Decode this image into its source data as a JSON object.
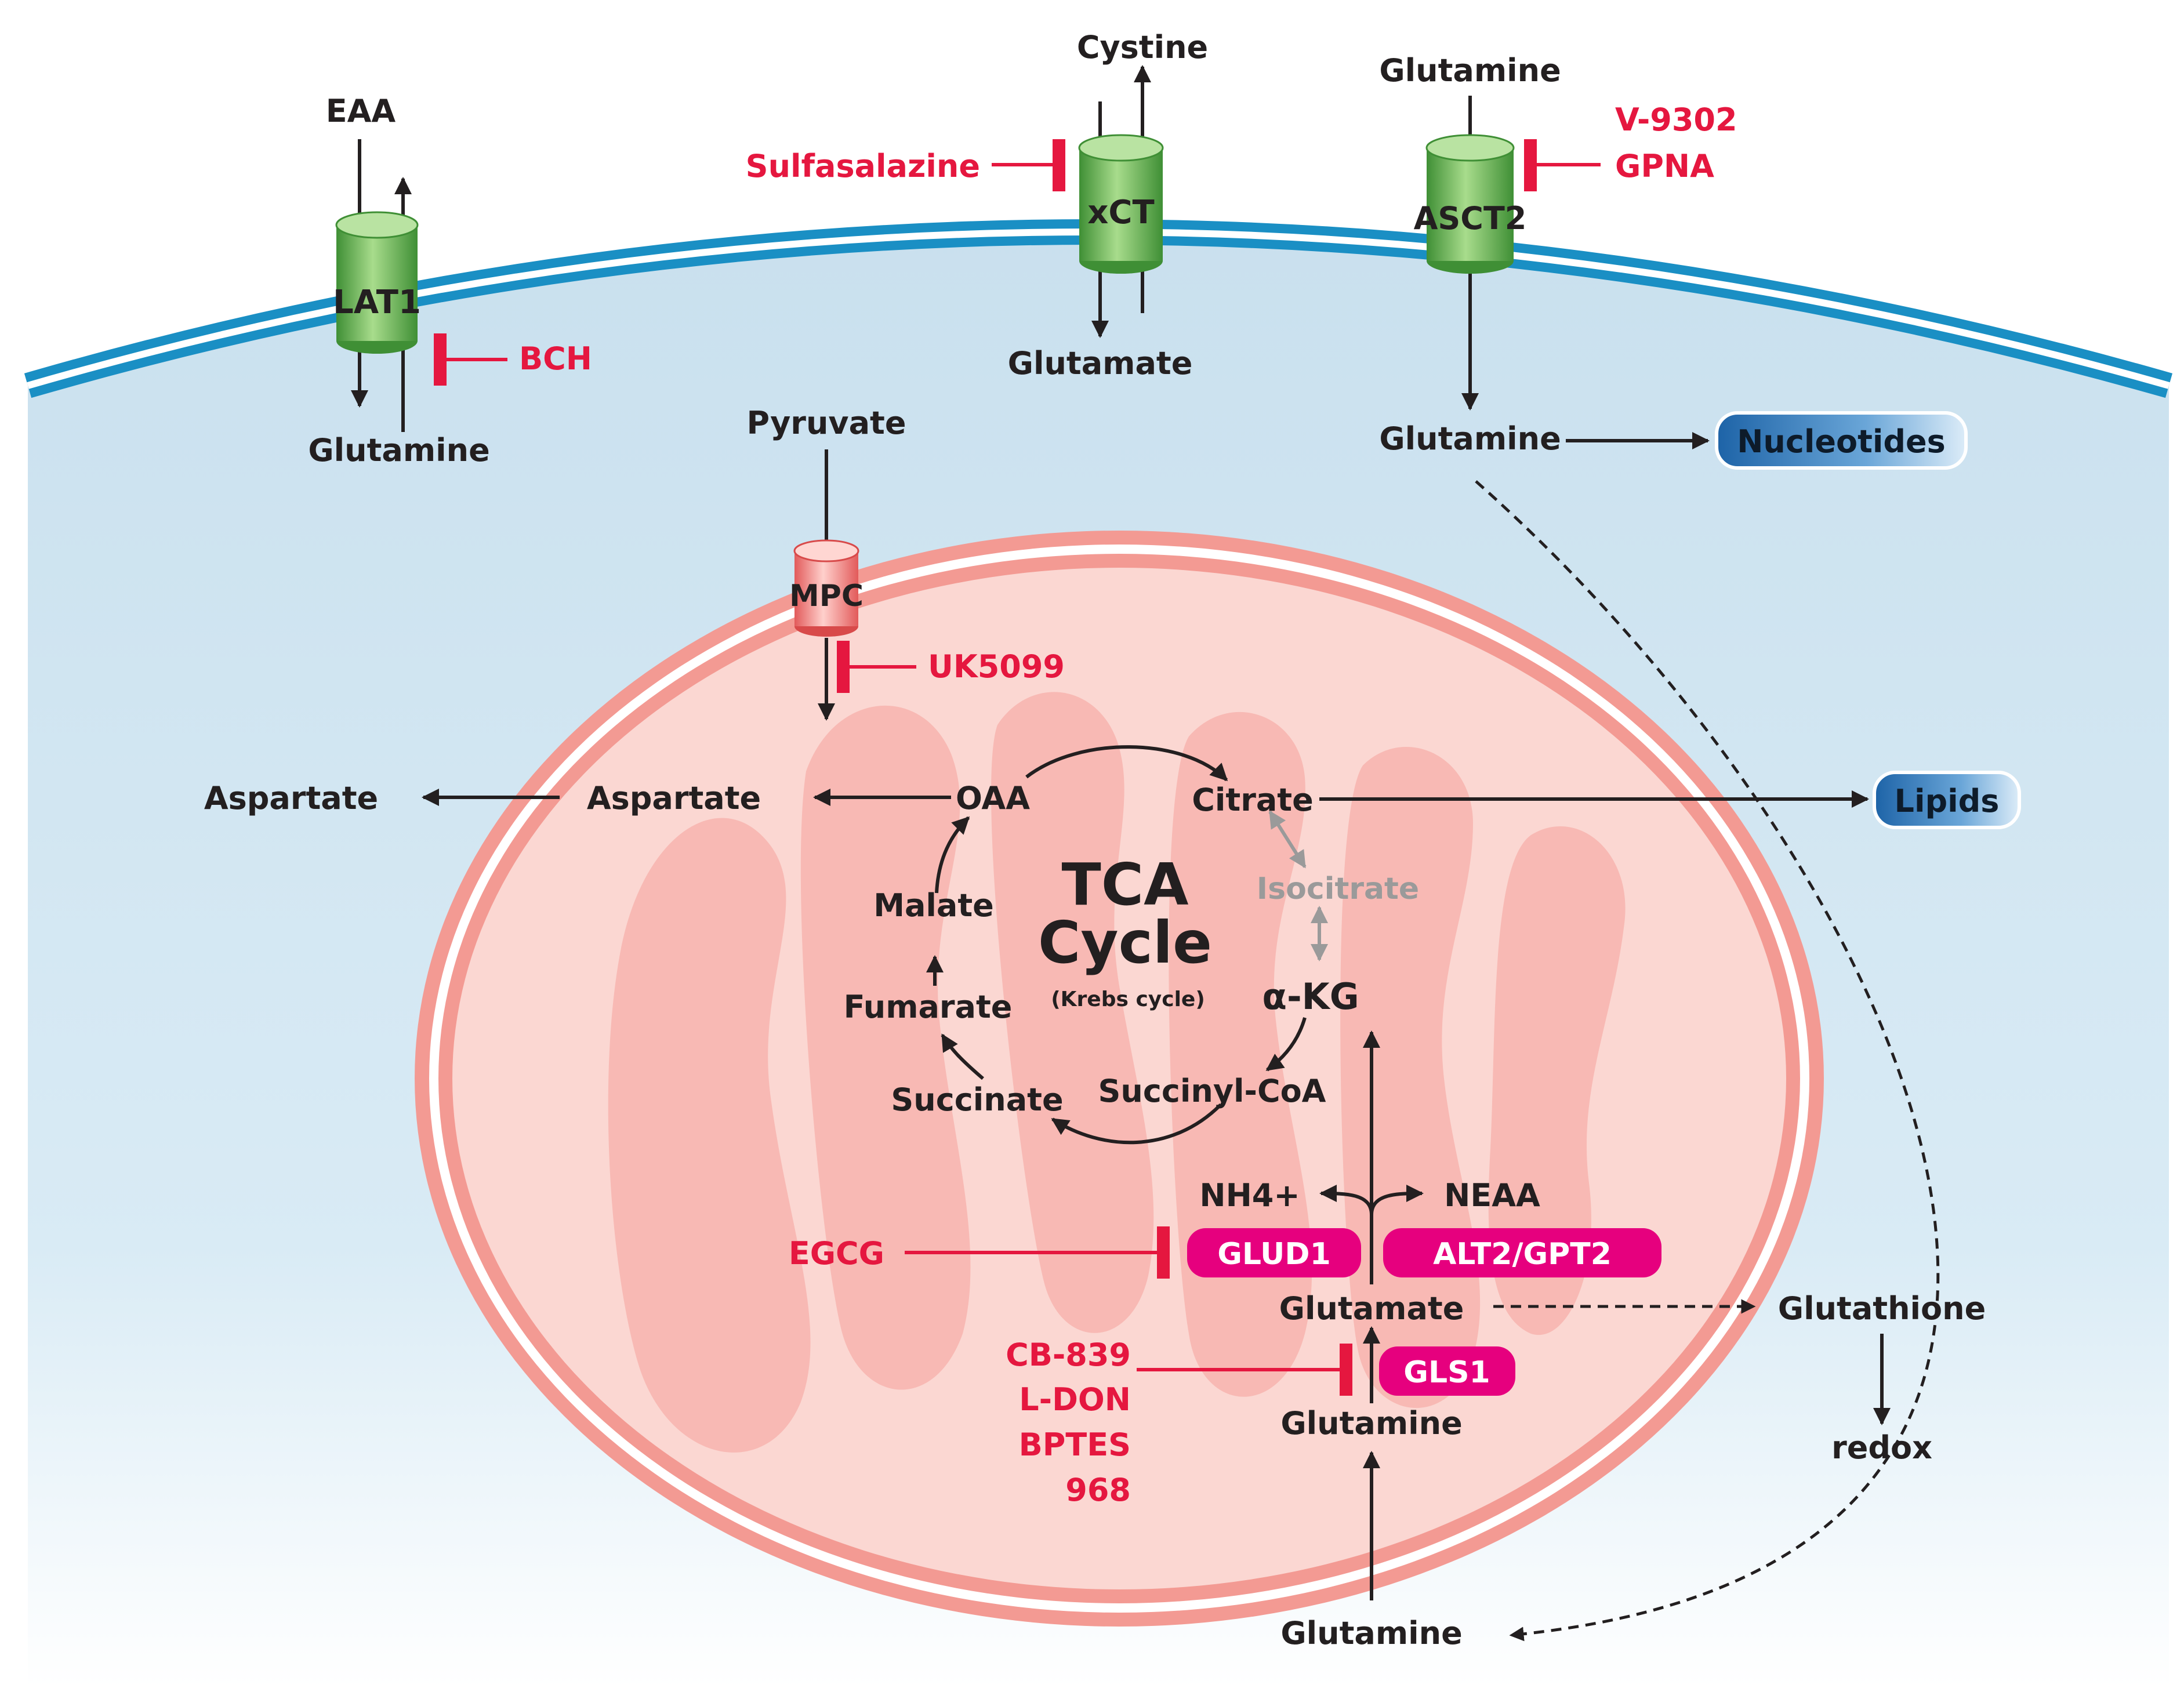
{
  "title": "",
  "transporters": {
    "lat1": "LAT1",
    "xct": "xCT",
    "asct2": "ASCT2",
    "mpc": "MPC"
  },
  "metabolites": {
    "eaa": "EAA",
    "glutamine_lat1": "Glutamine",
    "cystine": "Cystine",
    "glutamate_xct": "Glutamate",
    "glutamine_ext": "Glutamine",
    "glutamine_cyto": "Glutamine",
    "pyruvate": "Pyruvate",
    "aspartate_cyto": "Aspartate",
    "aspartate_mito": "Aspartate",
    "oaa": "OAA",
    "citrate": "Citrate",
    "isocitrate": "Isocitrate",
    "akg": "α-KG",
    "succinyl_coa": "Succinyl-CoA",
    "succinate": "Succinate",
    "fumarate": "Fumarate",
    "malate": "Malate",
    "nh4": "NH4+",
    "neaa": "NEAA",
    "glutamate_mito": "Glutamate",
    "glutamine_mito": "Glutamine",
    "glutamine_bottom": "Glutamine",
    "glutathione": "Glutathione",
    "redox": "redox"
  },
  "cycle": {
    "title_line1": "TCA",
    "title_line2": "Cycle",
    "subtitle": "(Krebs cycle)"
  },
  "products": {
    "nucleotides": "Nucleotides",
    "lipids": "Lipids"
  },
  "enzymes": {
    "glud1": "GLUD1",
    "alt2": "ALT2/GPT2",
    "gls1": "GLS1"
  },
  "inhibitors": {
    "sulfasalazine": "Sulfasalazine",
    "v9302": "V-9302",
    "gpna": "GPNA",
    "bch": "BCH",
    "uk5099": "UK5099",
    "egcg": "EGCG",
    "cb839": "CB-839",
    "ldon": "L-DON",
    "bptes": "BPTES",
    "c968": "968"
  },
  "colors": {
    "inhibitor": "#e5173f",
    "enzyme": "#e6007e",
    "membrane": "#1a8fc4",
    "transporter": "#5aa84a",
    "mito": "#f4a19a",
    "cytoplasm": "#cfe3f0"
  }
}
